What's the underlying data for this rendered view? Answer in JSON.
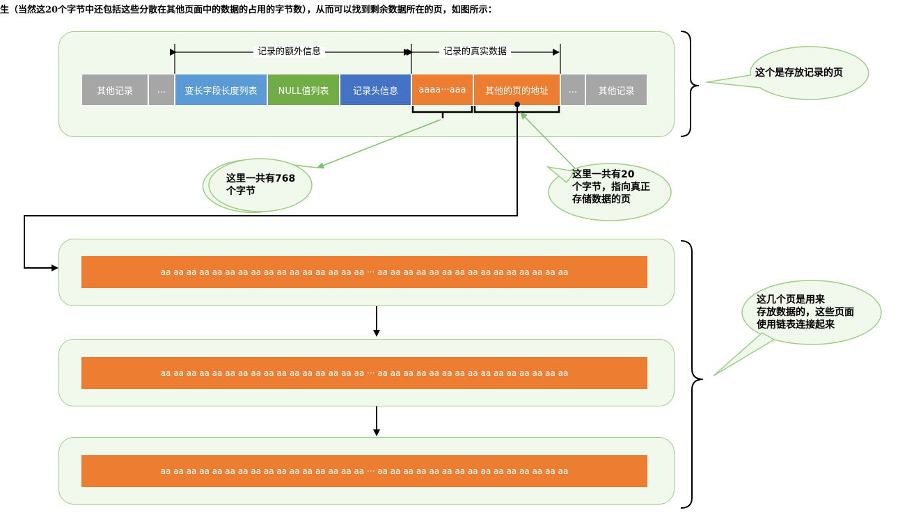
{
  "intro_text": "生（当然这20个字节中还包括这些分散在其他页面中的数据的占用的字节数），从而可以找到剩余数据所在的页，如图所示：",
  "record_page": {
    "extra_info_label": "记录的额外信息",
    "real_data_label": "记录的真实数据",
    "cells": [
      {
        "text": "其他记录",
        "color": "#a6a6a6"
      },
      {
        "text": "...",
        "color": "#a6a6a6"
      },
      {
        "text": "变长字段长度列表",
        "color": "#5b9bd5"
      },
      {
        "text": "NULL值列表",
        "color": "#70ad47"
      },
      {
        "text": "记录头信息",
        "color": "#4472c4"
      },
      {
        "text": "aaaa···aaa",
        "color": "#ed7d31"
      },
      {
        "text": "其他的页的地址",
        "color": "#ed7d31"
      },
      {
        "text": "...",
        "color": "#a6a6a6"
      },
      {
        "text": "其他记录",
        "color": "#a6a6a6"
      }
    ]
  },
  "callouts": {
    "page_note": "这个是存放记录的页",
    "bytes_768": "这里一共有768\n个字节",
    "bytes_20": "这里一共有20\n个字节，指向真正\n存储数据的页",
    "overflow_note": "这几个页是用来\n存放数据的，这些页面\n使用链表连接起来"
  },
  "data_pages": [
    {
      "text": "aa aa aa aa aa aa aa aa aa aa aa aa aa aa aa aa ··· aa aa aa aa aa aa aa aa aa aa aa aa aa aa aa"
    },
    {
      "text": "aa aa aa aa aa aa aa aa aa aa aa aa aa aa aa aa ··· aa aa aa aa aa aa aa aa aa aa aa aa aa aa aa"
    },
    {
      "text": "aa aa aa aa aa aa aa aa aa aa aa aa aa aa aa aa ··· aa aa aa aa aa aa aa aa aa aa aa aa aa aa aa"
    }
  ],
  "colors": {
    "panel_fill": "#f1f8ec",
    "panel_border": "#9ccf84",
    "data_orange": "#ed7d31",
    "callout_line": "#7dc36b"
  }
}
